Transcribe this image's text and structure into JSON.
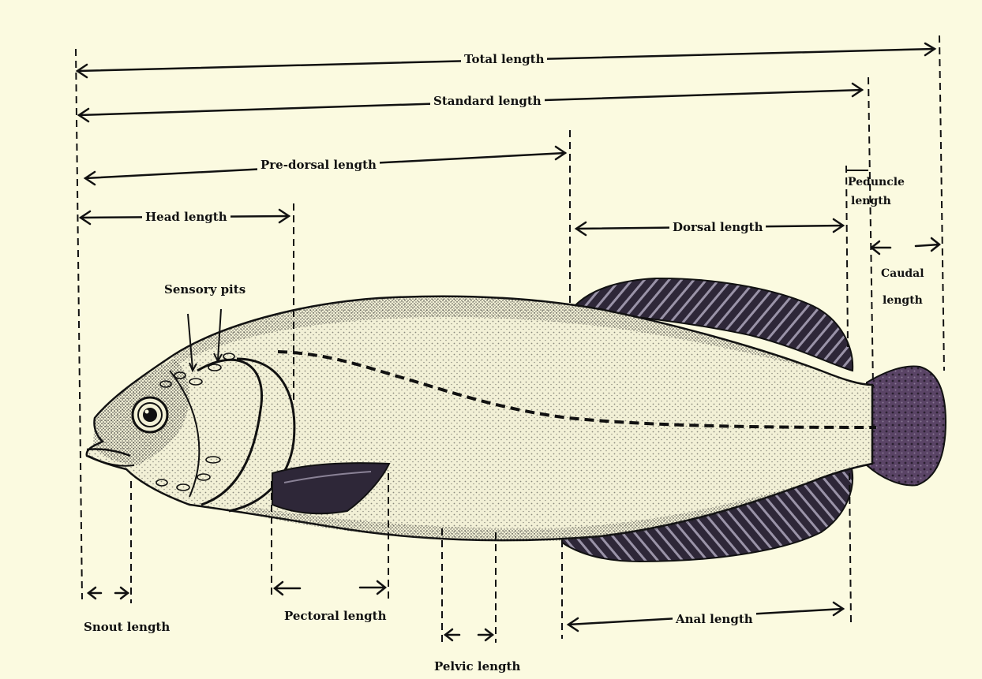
{
  "labels": {
    "total_length": "Total length",
    "standard_length": "Standard  length",
    "pre_dorsal_length": "Pre-dorsal length",
    "head_length": "Head length",
    "sensory_pits": "Sensory pits",
    "dorsal_length": "Dorsal length",
    "peduncle_line1": "Peduncle",
    "peduncle_line2": "length",
    "caudal_line1": "Caudal",
    "caudal_line2": "length",
    "snout_length": "Snout  length",
    "pectoral_length": "Pectoral length",
    "pelvic_length": "Pelvic length",
    "anal_length": "Anal length"
  },
  "colors": {
    "background": "#fbfae0",
    "ink": "#111111",
    "fin": "#3a2f45",
    "caudal_fin": "#5a4466",
    "body": "#f2f0d6"
  }
}
